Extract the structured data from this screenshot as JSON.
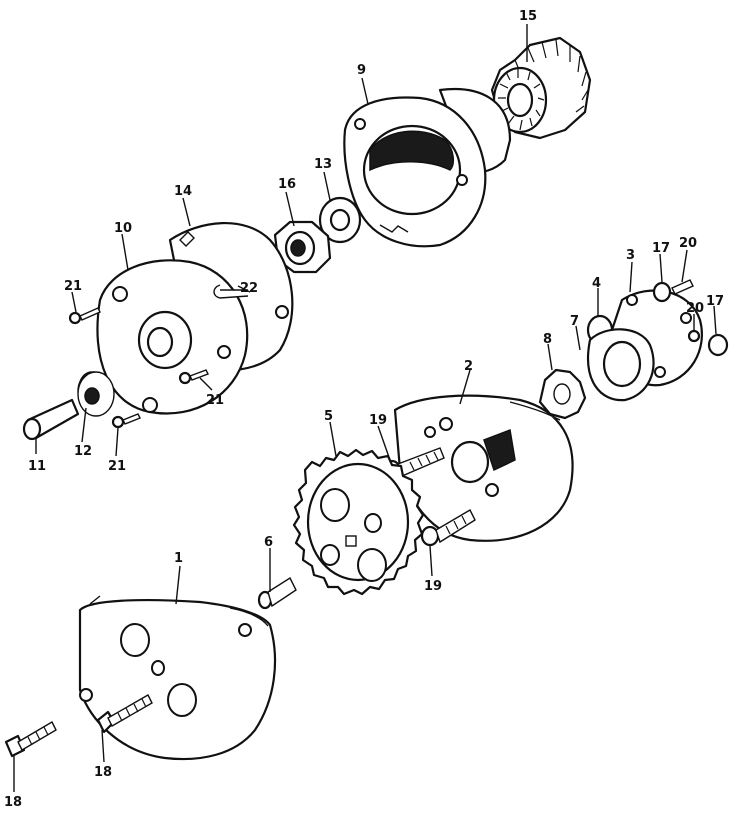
{
  "diagram": {
    "parts": [
      {
        "key": "p1",
        "label": "1"
      },
      {
        "key": "p2",
        "label": "2"
      },
      {
        "key": "p3",
        "label": "3"
      },
      {
        "key": "p4",
        "label": "4"
      },
      {
        "key": "p5",
        "label": "5"
      },
      {
        "key": "p6",
        "label": "6"
      },
      {
        "key": "p7",
        "label": "7"
      },
      {
        "key": "p8",
        "label": "8"
      },
      {
        "key": "p9",
        "label": "9"
      },
      {
        "key": "p10",
        "label": "10"
      },
      {
        "key": "p11",
        "label": "11"
      },
      {
        "key": "p12",
        "label": "12"
      },
      {
        "key": "p13",
        "label": "13"
      },
      {
        "key": "p14",
        "label": "14"
      },
      {
        "key": "p15",
        "label": "15"
      },
      {
        "key": "p16",
        "label": "16"
      },
      {
        "key": "p17a",
        "label": "17"
      },
      {
        "key": "p17b",
        "label": "17"
      },
      {
        "key": "p18a",
        "label": "18"
      },
      {
        "key": "p18b",
        "label": "18"
      },
      {
        "key": "p19a",
        "label": "19"
      },
      {
        "key": "p19b",
        "label": "19"
      },
      {
        "key": "p20a",
        "label": "20"
      },
      {
        "key": "p20b",
        "label": "20"
      },
      {
        "key": "p21a",
        "label": "21"
      },
      {
        "key": "p21b",
        "label": "21"
      },
      {
        "key": "p21c",
        "label": "21"
      },
      {
        "key": "p22",
        "label": "22"
      }
    ]
  }
}
